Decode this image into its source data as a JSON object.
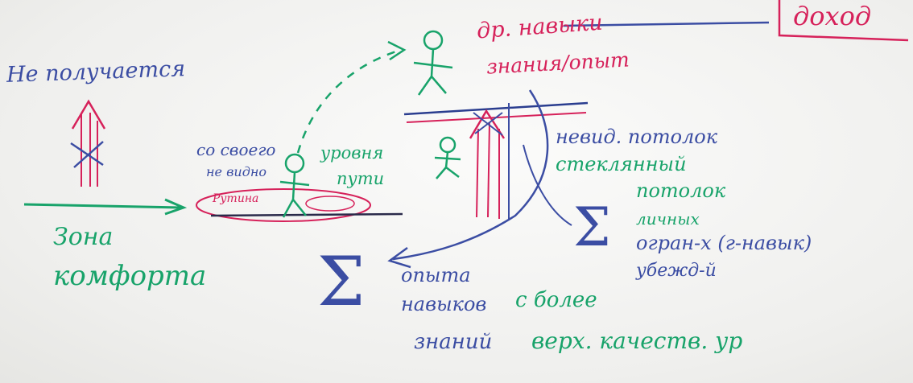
{
  "colors": {
    "red": "#d6215a",
    "blue": "#3b4da3",
    "green": "#18a36a",
    "board": "#f3f3f1"
  },
  "texts": {
    "dohod": "доход",
    "ne_poluchaetsya": "Не получается",
    "dr_navyki": "др. навыки",
    "znaniya_opyt": "знания/опыт",
    "so_svoego": "со своего",
    "ne_vidno": "не видно",
    "urovnya": "уровня",
    "puti": "пути",
    "rutina": "Рутина",
    "nevid_potolok": "невид. потолок",
    "steklyannyy": "стеклянный",
    "potolok": "потолок",
    "zona": "Зона",
    "komforta": "комфорта",
    "sigma_right": "Σ",
    "lichnykh": "личных",
    "ogranich": "огран-х (г-навык)",
    "ubezhd": "убежд-й",
    "sigma_left": "Σ",
    "opyta": "опыта",
    "navykov": "навыков",
    "znaniy": "знаний",
    "s_bolee": "с более",
    "verkh_kachestv": "верх. качеств. ур"
  }
}
